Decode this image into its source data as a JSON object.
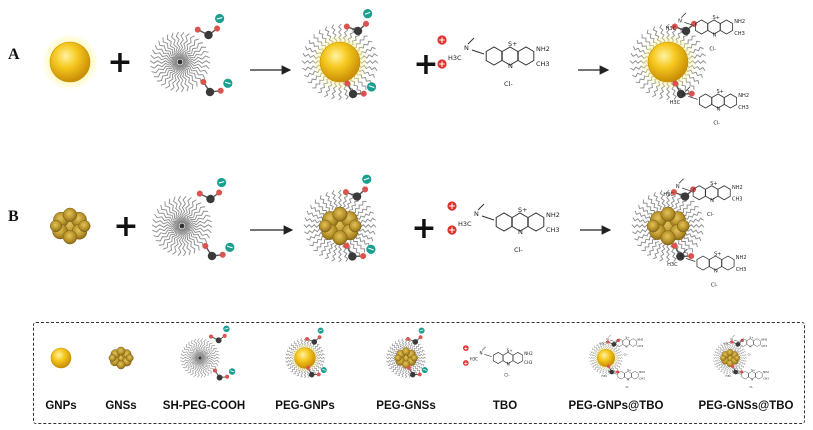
{
  "rows": [
    {
      "label": "A"
    },
    {
      "label": "B"
    }
  ],
  "plus_sign": "+",
  "chem": {
    "sulfonium": "S+",
    "nitrogen": "N",
    "amine": "NH2",
    "methyl": "CH3",
    "dimethyl": "H3C",
    "chloride": "Cl-",
    "charge_plus": "+",
    "charge_minus": "−"
  },
  "legend": {
    "items": [
      {
        "label": "GNPs"
      },
      {
        "label": "GNSs"
      },
      {
        "label": "SH-PEG-COOH"
      },
      {
        "label": "PEG-GNPs"
      },
      {
        "label": "PEG-GNSs"
      },
      {
        "label": "TBO"
      },
      {
        "label": "PEG-GNPs@TBO"
      },
      {
        "label": "PEG-GNSs@TBO"
      }
    ]
  },
  "colors": {
    "gold_sphere": "#f3c21a",
    "gold_glow": "#fff7a8",
    "gold_star": "#b8952c",
    "peg_chain": "#8a8a8a",
    "carbon": "#3a3a3a",
    "oxygen": "#d9534f",
    "carboxylate_charge": "#1a9e8f",
    "cation_charge": "#e0302a"
  }
}
